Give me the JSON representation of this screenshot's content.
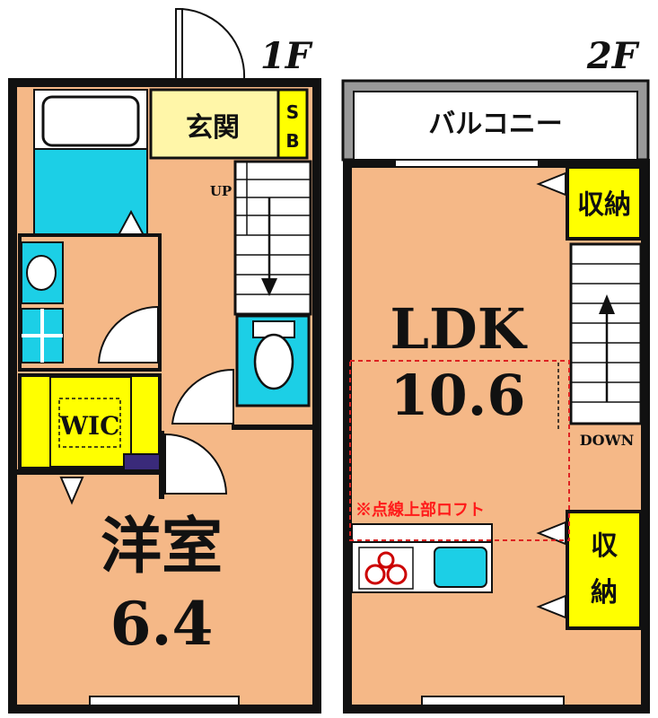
{
  "floors": {
    "first": {
      "label": "1F",
      "rooms": {
        "entrance": "玄関",
        "shoe_box": "SB",
        "stairs_up": "UP",
        "walk_in_closet": "WIC",
        "bedroom_name": "洋室",
        "bedroom_size": "6.4"
      }
    },
    "second": {
      "label": "2F",
      "rooms": {
        "balcony": "バルコニー",
        "ldk_name": "LDK",
        "ldk_size": "10.6",
        "storage_upper": "収納",
        "storage_lower": "収納",
        "stairs_down": "DOWN",
        "loft_note": "※点線上部ロフト"
      }
    }
  },
  "colors": {
    "room_floor": "#f5b887",
    "wet_area": "#1ccfe6",
    "storage": "#ffff00",
    "entrance": "#fff6a8",
    "wall": "#111111",
    "loft_line": "#dd2222",
    "loft_note": "#ff1a1a",
    "accent": "#3a2a7a"
  }
}
